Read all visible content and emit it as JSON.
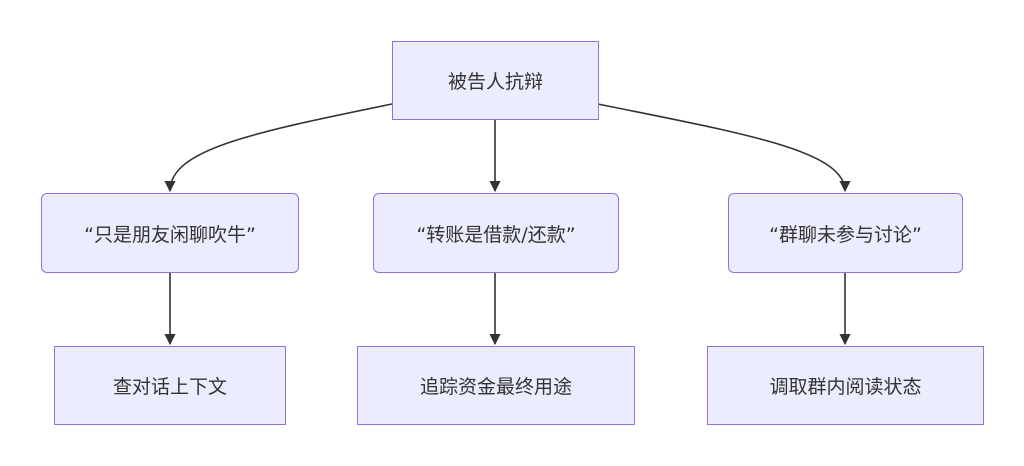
{
  "nodes": {
    "root": {
      "label": "被告人抗辩"
    },
    "claim_chat": {
      "label": "“只是朋友闲聊吹牛”"
    },
    "claim_transfer": {
      "label": "“转账是借款/还款”"
    },
    "claim_group": {
      "label": "“群聊未参与讨论”"
    },
    "action_context": {
      "label": "查对话上下文"
    },
    "action_funds": {
      "label": "追踪资金最终用途"
    },
    "action_read": {
      "label": "调取群内阅读状态"
    }
  },
  "edges": [
    {
      "from": "root",
      "to": "claim_chat"
    },
    {
      "from": "root",
      "to": "claim_transfer"
    },
    {
      "from": "root",
      "to": "claim_group"
    },
    {
      "from": "claim_chat",
      "to": "action_context"
    },
    {
      "from": "claim_transfer",
      "to": "action_funds"
    },
    {
      "from": "claim_group",
      "to": "action_read"
    }
  ],
  "colors": {
    "node_fill": "#ECECFF",
    "node_border": "#9370DB",
    "edge": "#333333",
    "text": "#333333"
  }
}
